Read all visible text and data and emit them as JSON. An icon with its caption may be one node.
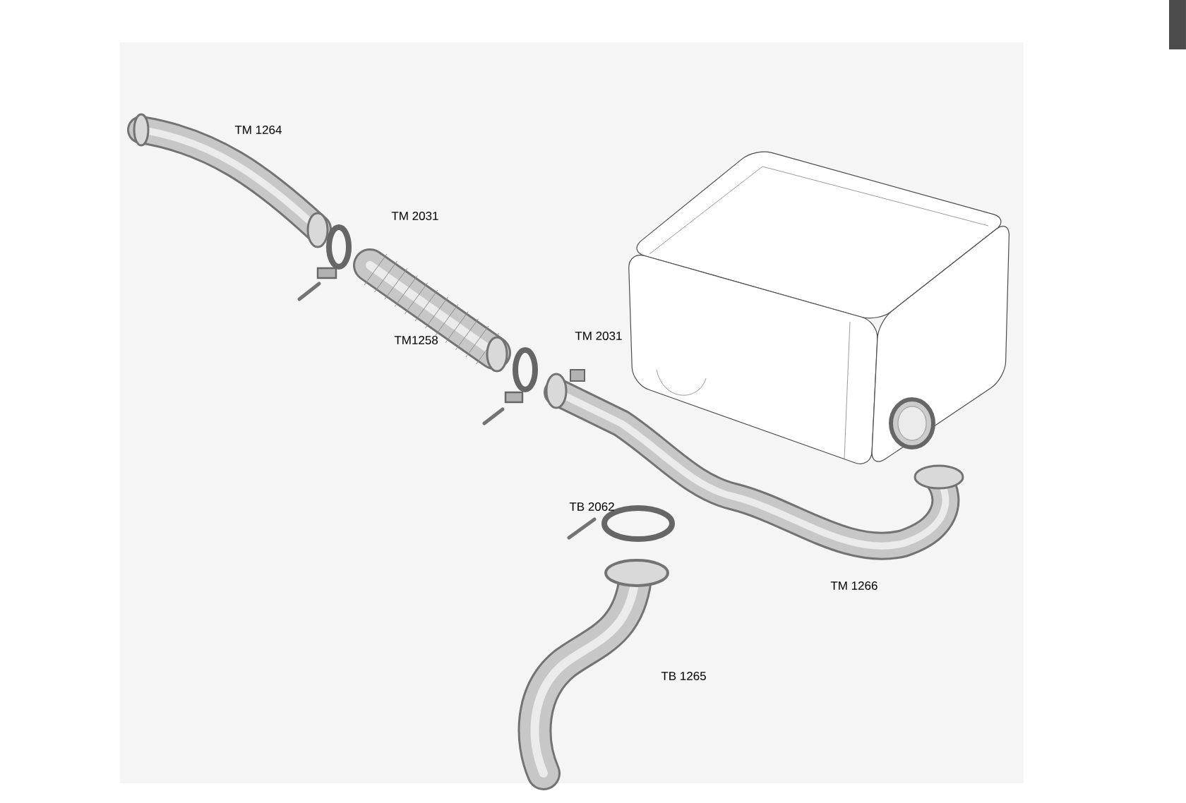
{
  "diagram": {
    "labels": [
      "TM 1264",
      "TM 2031",
      "TM1258",
      "TM 2031",
      "TB 2062",
      "TM 1266",
      "TB 1265"
    ]
  }
}
